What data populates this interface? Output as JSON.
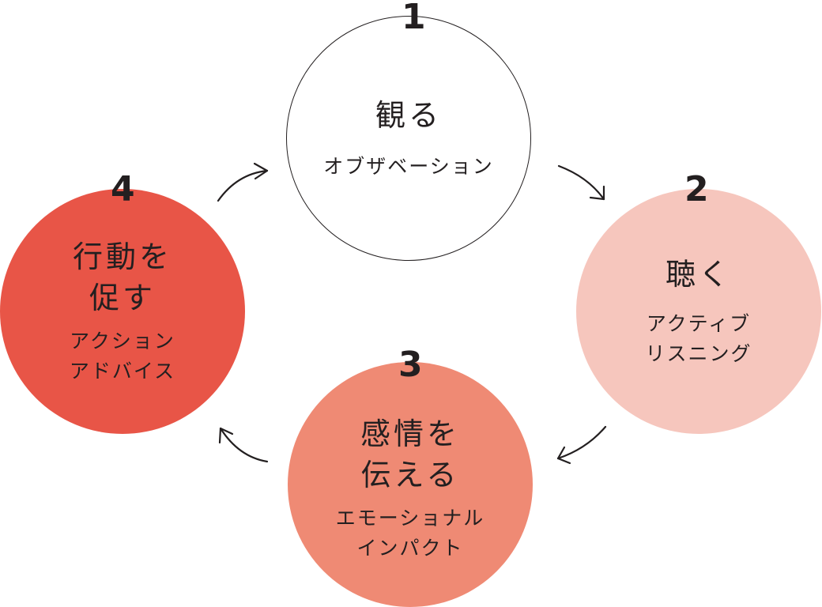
{
  "steps": [
    {
      "number": "1",
      "title": "観る",
      "subtitle": "オブザベーション",
      "color": "#ffffff"
    },
    {
      "number": "2",
      "title": "聴く",
      "subtitle": "アクティブ\nリスニング",
      "color": "#f6c6bd"
    },
    {
      "number": "3",
      "title": "感情を\n伝える",
      "subtitle": "エモーショナル\nインパクト",
      "color": "#ef8a74"
    },
    {
      "number": "4",
      "title": "行動を\n促す",
      "subtitle": "アクション\nアドバイス",
      "color": "#e85547"
    }
  ]
}
